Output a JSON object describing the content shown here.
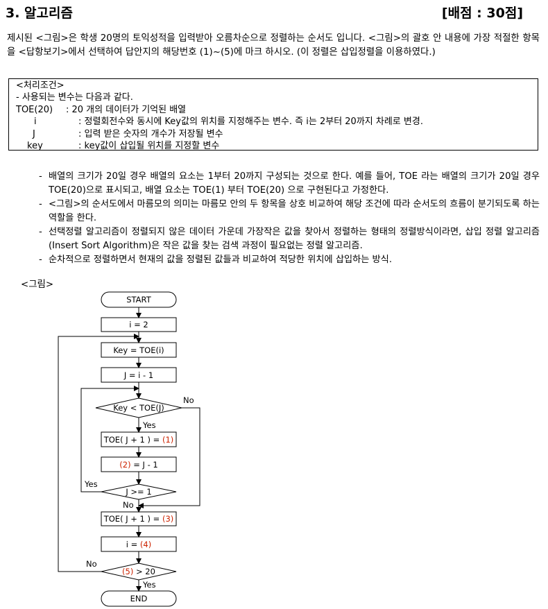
{
  "header": {
    "title": "3. 알고리즘",
    "score": "[배점 : 30점]"
  },
  "intro": "제시된 <그림>은 학생 20명의 토익성적을 입력받아 오름차순으로 정렬하는 순서도 입니다. <그림>의 괄호 안 내용에 가장 적절한 항목을 <답항보기>에서 선택하여 답안지의 해당번호 (1)~(5)에 마크 하시오. (이 정렬은 삽입정렬을 이용하였다.)",
  "conditions": {
    "heading": "<처리조건>",
    "subheading": "- 사용되는 변수는 다음과 같다.",
    "vars": [
      {
        "term": "TOE(20)",
        "desc": ": 20 개의 데이터가 기억된 배열"
      },
      {
        "term": "i",
        "desc": ": 정렬회전수와 동시에 Key값의 위치를 지정해주는 변수. 즉 i는 2부터 20까지 차례로 변경."
      },
      {
        "term": "J",
        "desc": ": 입력 받은 숫자의 개수가 저장될 변수"
      },
      {
        "term": "key",
        "desc": ":  key값이 삽입될 위치를 지정할 변수"
      }
    ]
  },
  "notes": [
    "배열의 크기가 20일 경우 배열의 요소는 1부터 20까지 구성되는 것으로 한다. 예를 들어, TOE 라는 배열의 크기가 20일 경우 TOE(20)으로 표시되고, 배열 요소는 TOE(1) 부터 TOE(20) 으로 구현된다고 가정한다.",
    "<그림>의 순서도에서 마름모의 의미는 마름모 안의 두 항목을 상호 비교하여 해당 조건에 따라 순서도의 흐름이 분기되도록 하는 역할을 한다.",
    "선택정렬 알고리즘이 정렬되지 않은 데이터 가운데 가장작은 값을 찾아서 정렬하는 형태의 정렬방식이라면, 삽입 정렬 알고리즘(Insert Sort Algorithm)은 작은 값을 찾는 검색 과정이 필요없는 정렬 알고리즘.",
    "순차적으로 정렬하면서 현재의 값을 정렬된 값들과 비교하여 적당한 위치에 삽입하는 방식."
  ],
  "figure_label": "<그림>",
  "flowchart": {
    "start": "START",
    "init_i": "i = 2",
    "key_assign": "Key = TOE(i)",
    "j_assign": "J = i - 1",
    "cond1": "Key < TOE(J)",
    "cond1_yes": "Yes",
    "cond1_no": "No",
    "shift_prefix": "TOE( J + 1 ) = ",
    "blank1": "(1)",
    "blank2": "(2)",
    "dec_suffix": " = J - 1",
    "cond2": "J >= 1",
    "cond2_yes": "Yes",
    "cond2_no": "No",
    "insert_prefix": "TOE( J + 1 ) = ",
    "blank3": "(3)",
    "inc_prefix": "i = ",
    "blank4": "(4)",
    "blank5": "(5)",
    "cond3_suffix": " > 20",
    "cond3_yes": "Yes",
    "cond3_no": "No",
    "end": "END",
    "blank_color": "#cc2200"
  }
}
